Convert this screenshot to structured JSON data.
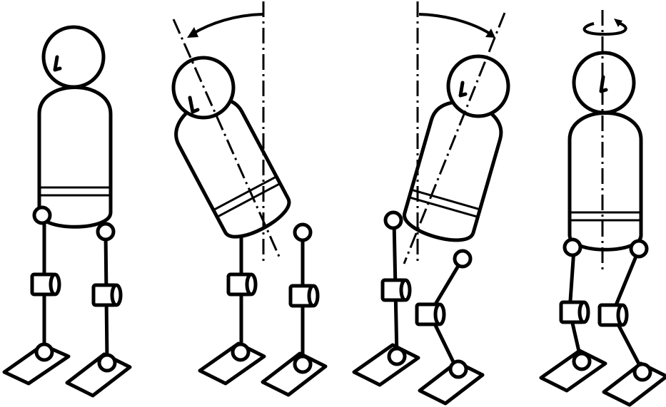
{
  "figure": {
    "panels": [
      {
        "id": "standing",
        "pose": "upright"
      },
      {
        "id": "lean-back",
        "pose": "trunk-tilt-backward",
        "arrow": "clockwise-arc"
      },
      {
        "id": "lean-forward",
        "pose": "trunk-tilt-forward-knee-bent",
        "arrow": "clockwise-arc"
      },
      {
        "id": "rotation",
        "pose": "trunk-rotation-about-vertical-axis",
        "arrow": "rotation-arrow"
      }
    ],
    "colors": {
      "ink": "#000000",
      "background": "#ffffff"
    }
  }
}
